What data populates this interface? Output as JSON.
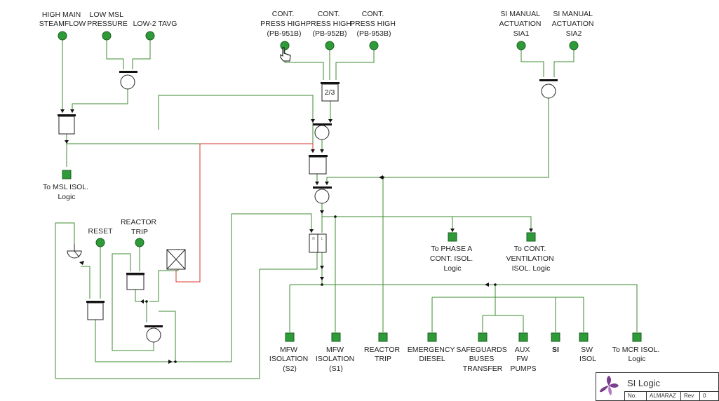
{
  "inputs": {
    "high_main_steamflow": [
      "HIGH MAIN",
      "STEAMFLOW"
    ],
    "low_msl_pressure": [
      "LOW MSL",
      "PRESSURE"
    ],
    "low2_tavg": [
      "LOW-2 TAVG"
    ],
    "cont_press_951b": [
      "CONT.",
      "PRESS HIGH",
      "(PB-951B)"
    ],
    "cont_press_952b": [
      "CONT.",
      "PRESS HIGH",
      "(PB-952B)"
    ],
    "cont_press_953b": [
      "CONT.",
      "PRESS HIGH",
      "(PB-953B)"
    ],
    "si_manual_sia1": [
      "SI MANUAL",
      "ACTUATION",
      "SIA1"
    ],
    "si_manual_sia2": [
      "SI MANUAL",
      "ACTUATION",
      "SIA2"
    ],
    "reset": [
      "RESET"
    ],
    "reactor_trip_in": [
      "REACTOR",
      "TRIP"
    ]
  },
  "gates": {
    "two_of_three": "2/3",
    "rl_r": "R",
    "rl_l": "L"
  },
  "outputs": {
    "msl_isol": [
      "To MSL ISOL.",
      "Logic"
    ],
    "phase_a": [
      "To PHASE A",
      "CONT. ISOL.",
      "Logic"
    ],
    "cont_vent": [
      "To CONT.",
      "VENTILATION",
      "ISOL. Logic"
    ],
    "mfw_s2": [
      "MFW",
      "ISOLATION",
      "(S2)"
    ],
    "mfw_s1": [
      "MFW",
      "ISOLATION",
      "(S1)"
    ],
    "reactor_trip": [
      "REACTOR",
      "TRIP"
    ],
    "emergency_diesel": [
      "EMERGENCY",
      "DIESEL"
    ],
    "safeguards": [
      "SAFEGUARDS",
      "BUSES",
      "TRANSFER"
    ],
    "aux_fw": [
      "AUX",
      "FW",
      "PUMPS"
    ],
    "si": [
      "SI"
    ],
    "sw_isol": [
      "SW",
      "ISOL"
    ],
    "mcr_isol": [
      "To MCR ISOL.",
      "Logic"
    ]
  },
  "title_block": {
    "title": "SI Logic",
    "no_label": "No.",
    "plant": "ALMARAZ",
    "rev_label": "Rev",
    "rev": "0"
  },
  "colors": {
    "wire": "#3d8b2f",
    "wire_active": "#d9382c",
    "signal": "#2e9b38"
  }
}
